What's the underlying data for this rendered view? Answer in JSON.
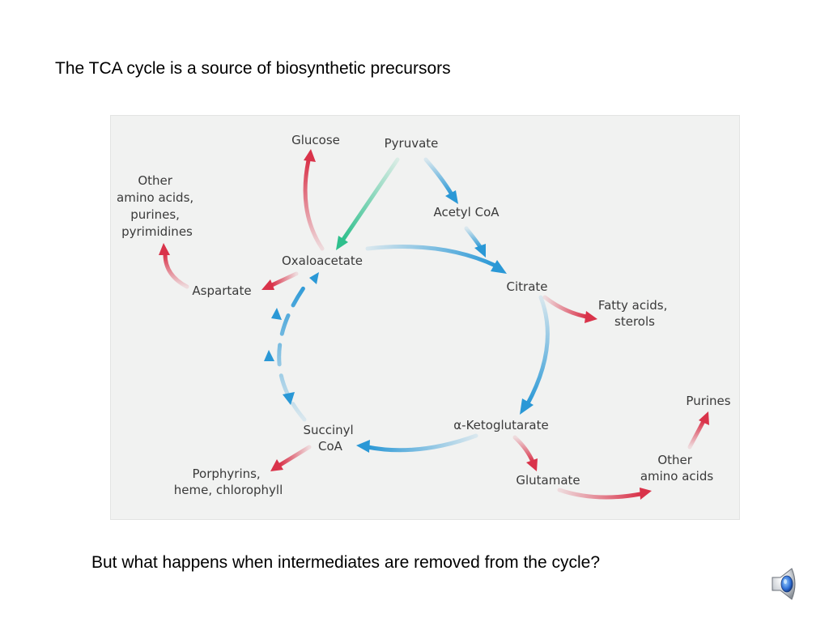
{
  "slide": {
    "title": "The TCA cycle is a source of biosynthetic precursors",
    "question": "But what happens when intermediates are removed from the cycle?"
  },
  "diagram": {
    "nodes": {
      "glucose": [
        "Glucose"
      ],
      "pyruvate": [
        "Pyruvate"
      ],
      "acetyl_coa": [
        "Acetyl CoA"
      ],
      "other_amino_top": [
        "Other",
        "amino acids,",
        "purines,",
        "pyrimidines"
      ],
      "oxaloacetate": [
        "Oxaloacetate"
      ],
      "aspartate": [
        "Aspartate"
      ],
      "citrate": [
        "Citrate"
      ],
      "fatty_acids": [
        "Fatty acids,",
        "sterols"
      ],
      "purines": [
        "Purines"
      ],
      "alpha_ketoglutarate": [
        "α-Ketoglutarate"
      ],
      "succinyl_coa": [
        "Succinyl",
        "CoA"
      ],
      "glutamate": [
        "Glutamate"
      ],
      "other_amino_right": [
        "Other",
        "amino acids"
      ],
      "porphyrins": [
        "Porphyrins,",
        "heme, chlorophyll"
      ]
    },
    "colors": {
      "cycle_arrows": "#2a98d6",
      "outflow_arrows": "#d9334a",
      "pyruvate_to_oxaloacetate": "#2ebf8c",
      "label_text": "#3a3a3a",
      "figure_background": "#f1f2f1"
    }
  },
  "icons": {
    "speaker": "speaker-icon"
  }
}
